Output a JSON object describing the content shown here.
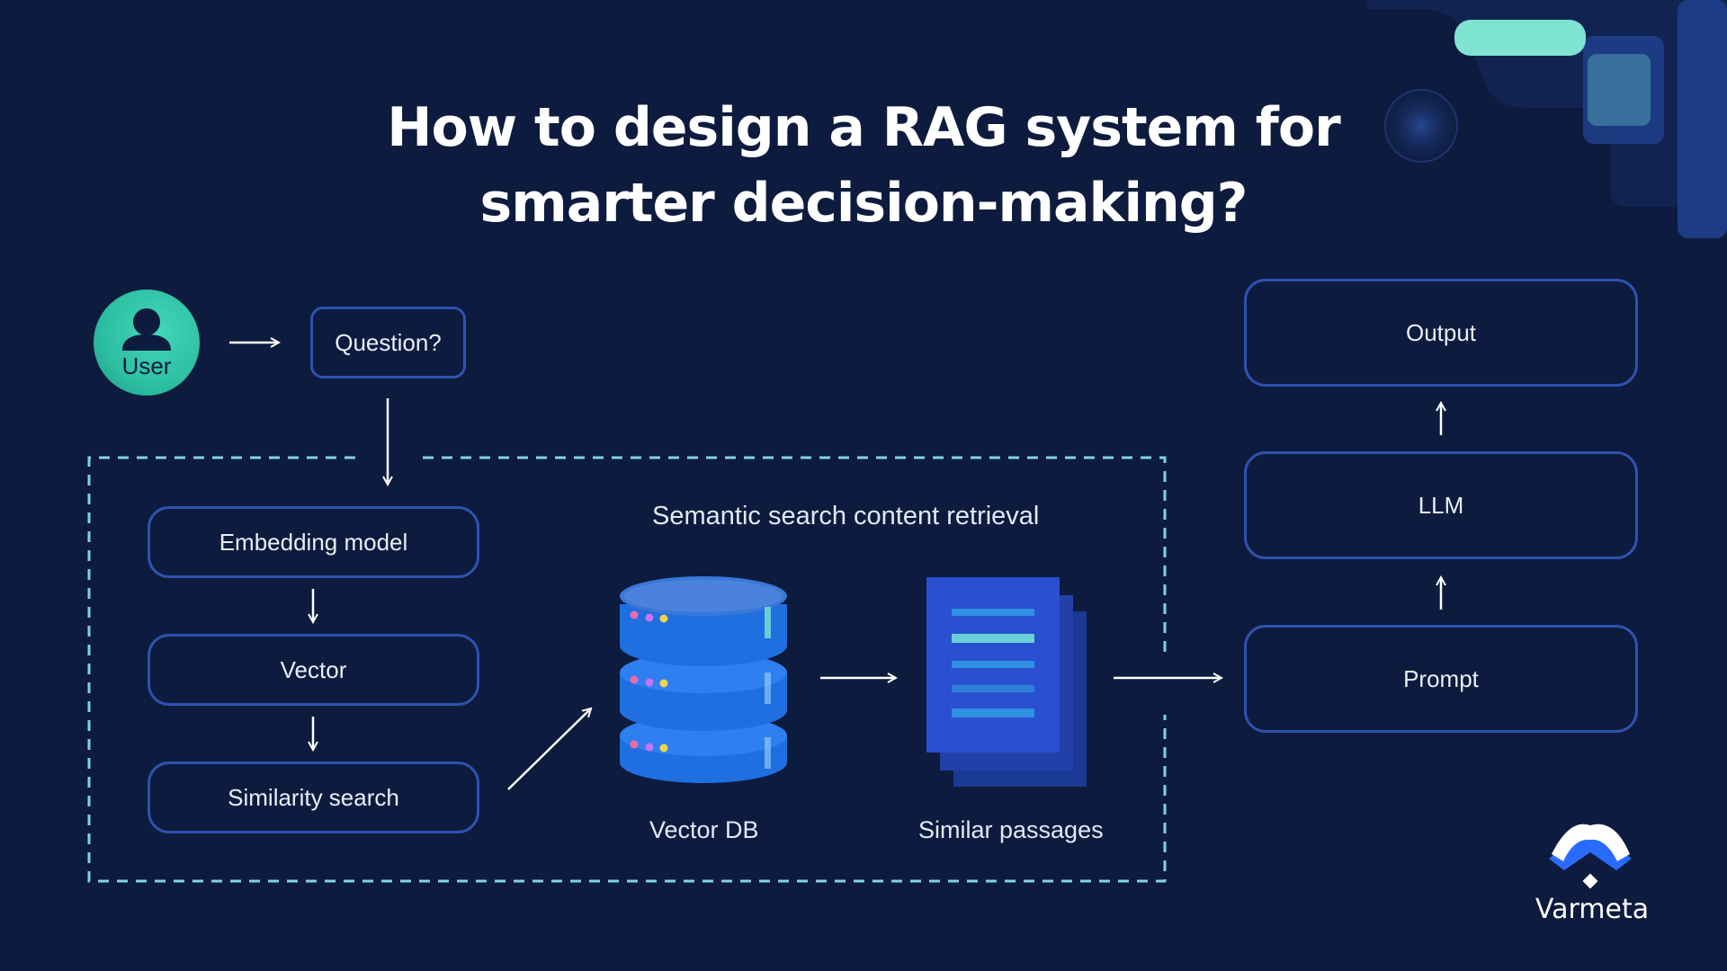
{
  "title": {
    "line1": "How to design a RAG system for",
    "line2": "smarter decision-making?"
  },
  "nodes": {
    "user": "User",
    "question": "Question?",
    "embedding_model": "Embedding model",
    "vector": "Vector",
    "similarity_search": "Similarity search",
    "section_label": "Semantic search content retrieval",
    "vector_db": "Vector DB",
    "similar_passages": "Similar passages",
    "prompt": "Prompt",
    "llm": "LLM",
    "output": "Output"
  },
  "brand": {
    "name": "Varmeta"
  },
  "icons": {
    "user": "user-icon",
    "database": "database-icon",
    "documents": "documents-icon",
    "logo": "varmeta-logo-icon"
  },
  "colors": {
    "background": "#0d1b3e",
    "box_border": "#2f52b0",
    "dashed_border": "#7fd3e6",
    "teal_accent": "#2cbfa0",
    "database_blue": "#1f6fe0",
    "document_blue": "#2a4fd0",
    "logo_white": "#ffffff",
    "logo_blue": "#2a6bff"
  }
}
